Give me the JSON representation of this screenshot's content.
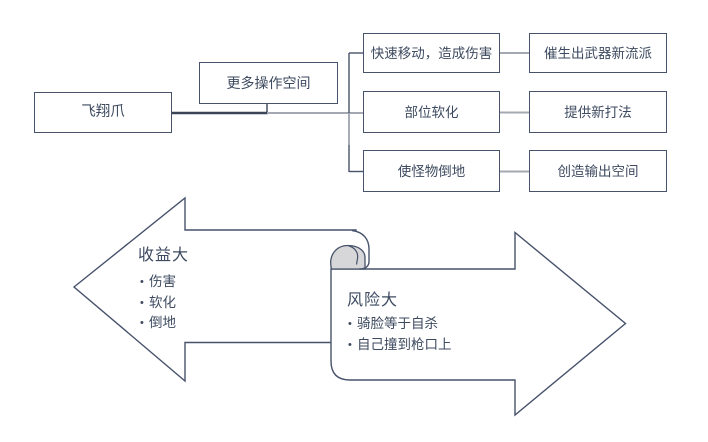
{
  "mindmap": {
    "root": "飞翔爪",
    "hub": "更多操作空间",
    "branches": [
      {
        "cause": "快速移动，造成伤害",
        "effect": "催生出武器新流派"
      },
      {
        "cause": "部位软化",
        "effect": "提供新打法"
      },
      {
        "cause": "使怪物倒地",
        "effect": "创造输出空间"
      }
    ]
  },
  "tradeoff": {
    "benefit": {
      "title": "收益大",
      "items": [
        "伤害",
        "软化",
        "倒地"
      ]
    },
    "risk": {
      "title": "风险大",
      "items": [
        "骑脸等于自杀",
        "自己撞到枪口上"
      ]
    }
  },
  "colors": {
    "shape_stroke": "#47526b",
    "text": "#3d4a5f",
    "connector_dark": "#3b4557",
    "connector_gray": "#a4a8b2",
    "curl_fill": "#d7d7d9",
    "background": "#ffffff"
  }
}
